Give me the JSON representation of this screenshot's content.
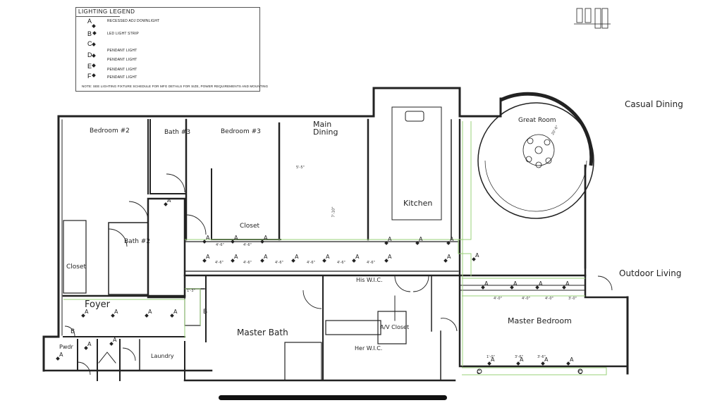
{
  "legend": {
    "title": "LIGHTING LEGEND",
    "items": [
      {
        "key": "A",
        "desc": "RECESSED ADJ DOWNLIGHT"
      },
      {
        "key": "B",
        "desc": "LED LIGHT STRIP"
      },
      {
        "key": "C",
        "desc": "PENDANT LIGHT"
      },
      {
        "key": "D",
        "desc": "PENDANT LIGHT"
      },
      {
        "key": "E",
        "desc": "PENDANT LIGHT"
      },
      {
        "key": "F",
        "desc": "PENDANT LIGHT"
      }
    ],
    "note": "NOTE: SEE LIGHTING FIXTURE SCHEDULE FOR MFG DETAILS FOR SIZE, POWER REQUIREMENTS AND MOUNTING"
  },
  "rooms": {
    "bedroom2": "Bedroom #2",
    "bath3": "Bath #3",
    "bedroom3": "Bedroom #3",
    "main_dining": "Main\nDining",
    "kitchen": "Kitchen",
    "great_room": "Great Room",
    "casual_dining": "Casual Dining",
    "closet_left": "Closet",
    "bath2": "Bath #2",
    "closet_center": "Closet",
    "foyer": "Foyer",
    "pwdr": "Pwdr",
    "laundry": "Laundry",
    "master_bath": "Master Bath",
    "his_wic": "His W.I.C.",
    "her_wic": "Her W.I.C.",
    "av_closet": "A/V Closet",
    "master_bedroom": "Master Bedroom",
    "outdoor_living": "Outdoor Living"
  },
  "dimensions": [
    "4'-6\"",
    "4'-6\"",
    "4'-6\"",
    "4'-6\"",
    "4'-6\"",
    "4'-6\"",
    "4'-6\"",
    "4'-6\"",
    "4'-0\"",
    "4'-0\"",
    "4'-0\"",
    "3'-0\"",
    "3'-6\"",
    "3'-6\"",
    "1'-0\"",
    "5'-5\"",
    "7'-10\"",
    "20'-0\"",
    "1'-3\""
  ],
  "colors": {
    "wall": "#222222",
    "light_strip": "#9ad07a",
    "fixture": "#222222"
  }
}
